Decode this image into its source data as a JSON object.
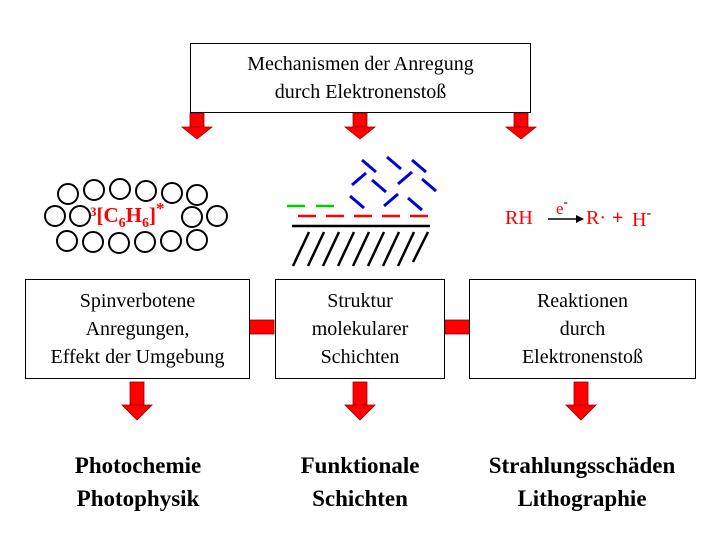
{
  "top_box": {
    "line1": "Mechanismen der Anregung",
    "line2": "durch Elektronenstoß"
  },
  "left_box": {
    "line1": "Spinverbotene",
    "line2": "Anregungen,",
    "line3": "Effekt der Umgebung"
  },
  "center_box": {
    "line1": "Struktur",
    "line2": "molekularer",
    "line3": "Schichten"
  },
  "right_box": {
    "line1": "Reaktionen",
    "line2": "durch",
    "line3": "Elektronenstoß"
  },
  "benzene": {
    "pre": "3",
    "bracket_open": "[C",
    "sub1": "6",
    "h": "H",
    "sub2": "6",
    "bracket_close": "]",
    "star": "*"
  },
  "reaction": {
    "reactant": "RH",
    "electron": "e",
    "electron_charge": "-",
    "radical": "R·",
    "plus": "+",
    "hydride": "H",
    "hydride_charge": "-"
  },
  "outcomes": {
    "left": {
      "line1": "Photochemie",
      "line2": "Photophysik"
    },
    "center": {
      "line1": "Funktionale",
      "line2": "Schichten"
    },
    "right": {
      "line1": "Strahlungsschäden",
      "line2": "Lithographie"
    }
  },
  "colors": {
    "arrow_red": "#ff0000",
    "molecule_blue": "#0000dd",
    "layer_green": "#00cc00",
    "text_red": "#ff0000"
  }
}
